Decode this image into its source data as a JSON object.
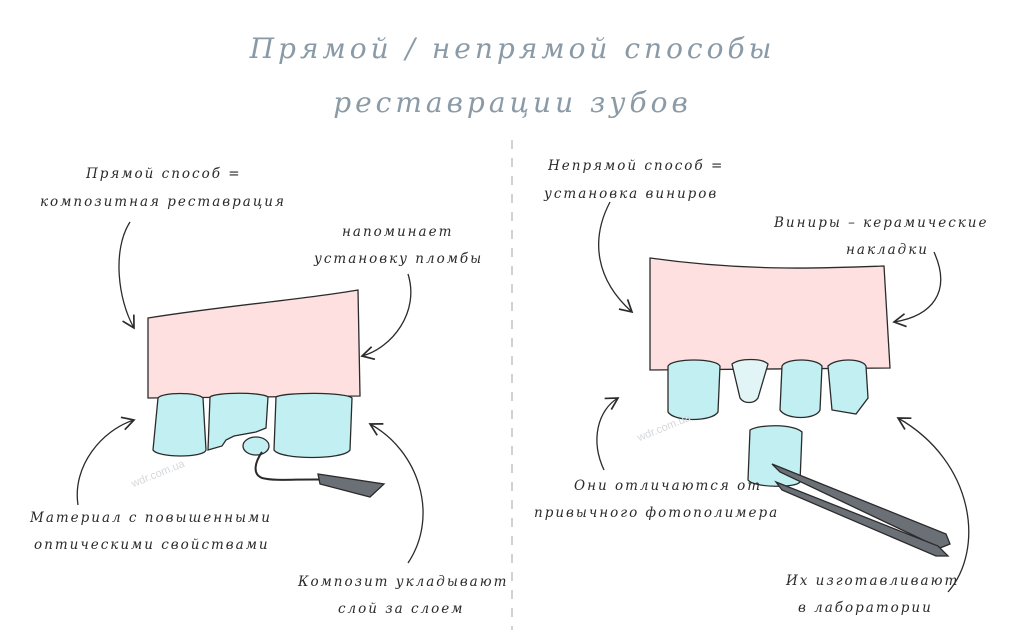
{
  "title": {
    "line1": "Прямой / непрямой способы",
    "line2": "реставрации зубов"
  },
  "left": {
    "heading_line1": "Прямой способ =",
    "heading_line2": "композитная реставрация",
    "note_line1": "напоминает",
    "note_line2": "установку пломбы",
    "material_line1": "Материал с повышенными",
    "material_line2": "оптическими свойствами",
    "layers_line1": "Композит укладывают",
    "layers_line2": "слой за слоем",
    "watermark": "wdr.com.ua"
  },
  "right": {
    "heading_line1": "Непрямой способ =",
    "heading_line2": "установка виниров",
    "veneers_line1": "Виниры – керамические",
    "veneers_line2": "накладки",
    "differ_line1": "Они отличаются от",
    "differ_line2": "привычного фотополимера",
    "lab_line1": "Их изготавливают",
    "lab_line2": "в лаборатории",
    "watermark": "wdr.com.ua"
  },
  "colors": {
    "gum": "#fde0df",
    "tooth": "#c2eff2",
    "tooth_pale": "#e2f5f6",
    "outline": "#2b2b2b",
    "instrument": "#6b7077",
    "title": "#8a9aa6",
    "divider": "#b9b9b9"
  }
}
